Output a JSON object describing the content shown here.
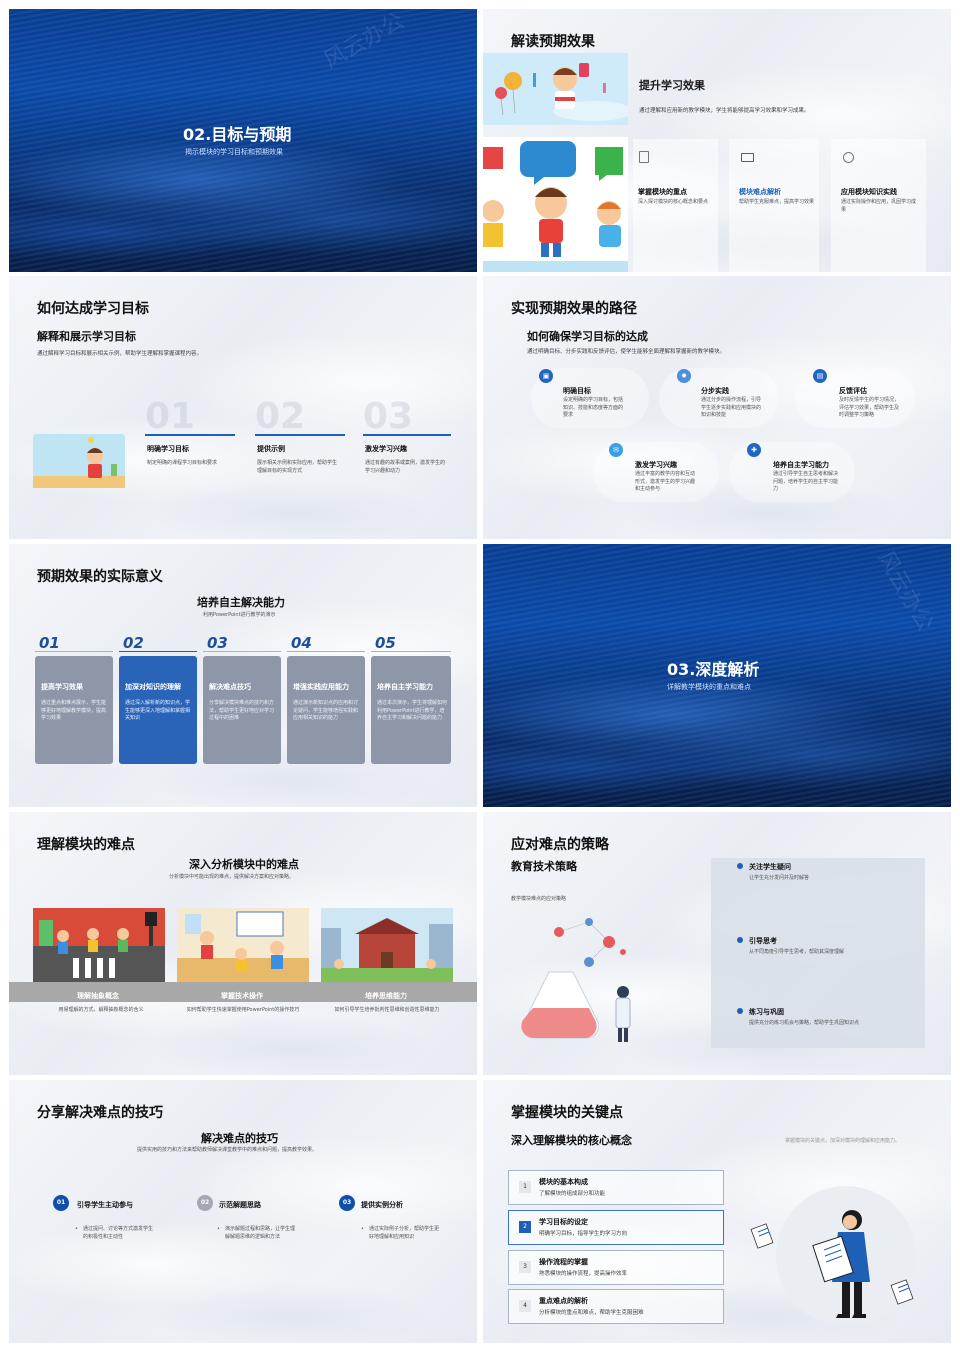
{
  "s1": {
    "title": "02.目标与预期",
    "subtitle": "揭示模块的学习目标和预期效果",
    "watermark": "风云办公"
  },
  "s2": {
    "title": "解读预期效果",
    "headline": "提升学习效果",
    "desc": "通过理解和应用新的教学模块，学生将能够提高学习效果和学习成果。",
    "cols": [
      {
        "title": "掌握模块的重点",
        "desc": "深入探讨模块的核心概念和要点",
        "icon": "document-icon"
      },
      {
        "title": "模块难点解析",
        "desc": "帮助学生克服难点，提高学习效果",
        "icon": "monitor-icon"
      },
      {
        "title": "应用模块知识实践",
        "desc": "通过实际操作和应用，巩固学习成果",
        "icon": "target-icon"
      }
    ]
  },
  "s3": {
    "title": "如何达成学习目标",
    "subtitle": "解释和展示学习目标",
    "desc": "通过解释学习目标和展示相关示例，帮助学生理解和掌握课程内容。",
    "items": [
      {
        "num": "01",
        "title": "明确学习目标",
        "desc": "制定明确的课程学习目标和要求"
      },
      {
        "num": "02",
        "title": "提供示例",
        "desc": "展示相关示例和实际应用，帮助学生理解目标的实现方式"
      },
      {
        "num": "03",
        "title": "激发学习兴趣",
        "desc": "通过有趣的故事或案例，激发学生的学习兴趣和动力"
      }
    ]
  },
  "s4": {
    "title": "实现预期效果的路径",
    "subtitle": "如何确保学习目标的达成",
    "desc": "通过明确目标、分步实践和反馈评估，使学生能够全面理解和掌握新的教学模块。",
    "nodes": [
      {
        "title": "明确目标",
        "desc": "设定明确的学习目标，包括知识、技能和态度等方面的要求"
      },
      {
        "title": "分步实践",
        "desc": "通过分步的操作流程，引导学生逐步实践和应用模块的知识和技能"
      },
      {
        "title": "反馈评估",
        "desc": "及时反馈学生的学习情况，评估学习效果，帮助学生及时调整学习策略"
      },
      {
        "title": "激发学习兴趣",
        "desc": "通过丰富的教学内容和互动形式，激发学生的学习兴趣和主动参与"
      },
      {
        "title": "培养自主学习能力",
        "desc": "通过引导学生自主思考和解决问题，培养学生的自主学习能力"
      }
    ]
  },
  "s5": {
    "title": "预期效果的实际意义",
    "subtitle": "培养自主解决能力",
    "desc": "利用PowerPoint进行教学的演示",
    "cards": [
      {
        "num": "01",
        "title": "提高学习效果",
        "desc": "通过重点和难点展示，学生能够更好地理解教学模块，提高学习效果"
      },
      {
        "num": "02",
        "title": "加深对知识的理解",
        "desc": "通过深入解析新的知识点，学生能够更深入地理解和掌握相关知识"
      },
      {
        "num": "03",
        "title": "解决难点技巧",
        "desc": "分享解决模块难点的技巧和方法，帮助学生更好地应对学习过程中的困难"
      },
      {
        "num": "04",
        "title": "增强实践应用能力",
        "desc": "通过演示新知识点的应用和讨论疑问，学生能够增强实践和应用相关知识的能力"
      },
      {
        "num": "05",
        "title": "培养自主学习能力",
        "desc": "通过本次演示，学生将理解如何利用PowerPoint进行教学，培养自主学习和解决问题的能力"
      }
    ]
  },
  "s6": {
    "title": "03.深度解析",
    "subtitle": "详解教学模块的重点和难点",
    "watermark": "风云办公"
  },
  "s7": {
    "title": "理解模块的难点",
    "subtitle": "深入分析模块中的难点",
    "desc": "分析模块中可能出现的难点，提供解决方案和应对策略。",
    "cols": [
      {
        "title": "理解抽象概念",
        "desc": "用易理解的方式，解释抽象概念的含义"
      },
      {
        "title": "掌握技术操作",
        "desc": "如何帮助学生快速掌握使用PowerPoint的操作技巧"
      },
      {
        "title": "培养思维能力",
        "desc": "如何引导学生培养批判性思维和创造性思维能力"
      }
    ]
  },
  "s8": {
    "title": "应对难点的策略",
    "subtitle": "教育技术策略",
    "desc": "教学模块难点的应对策略",
    "items": [
      {
        "title": "关注学生疑问",
        "desc": "让学生充分发问并及时解答"
      },
      {
        "title": "引导思考",
        "desc": "从不同角度引导学生思考，帮助其深度理解"
      },
      {
        "title": "练习与巩固",
        "desc": "提供充分的练习机会与策略，帮助学生巩固知识点"
      }
    ]
  },
  "s9": {
    "title": "分享解决难点的技巧",
    "subtitle": "解决难点的技巧",
    "desc": "提供实用的技巧和方法来帮助教师解决课堂教学中的难点和问题，提高教学效果。",
    "items": [
      {
        "num": "01",
        "title": "引导学生主动参与",
        "desc": "通过提问、讨论等方式激发学生的积极性和主动性"
      },
      {
        "num": "02",
        "title": "示范解题思路",
        "desc": "演示解题过程和思路，让学生理解解题思维的逻辑和方法"
      },
      {
        "num": "03",
        "title": "提供实例分析",
        "desc": "通过实际例子分析，帮助学生更好地理解和应用知识"
      }
    ]
  },
  "s10": {
    "title": "掌握模块的关键点",
    "subtitle": "深入理解模块的核心概念",
    "desc": "掌握模块的关键点，加深对模块的理解和应用能力。",
    "items": [
      {
        "num": "1",
        "title": "模块的基本构成",
        "desc": "了解模块的组成部分和功能"
      },
      {
        "num": "2",
        "title": "学习目标的设定",
        "desc": "明确学习目标，指导学生的学习方向"
      },
      {
        "num": "3",
        "title": "操作流程的掌握",
        "desc": "熟悉模块的操作流程，提高操作效率"
      },
      {
        "num": "4",
        "title": "重点难点的解析",
        "desc": "分析模块的重点和难点，帮助学生克服困难"
      }
    ]
  }
}
